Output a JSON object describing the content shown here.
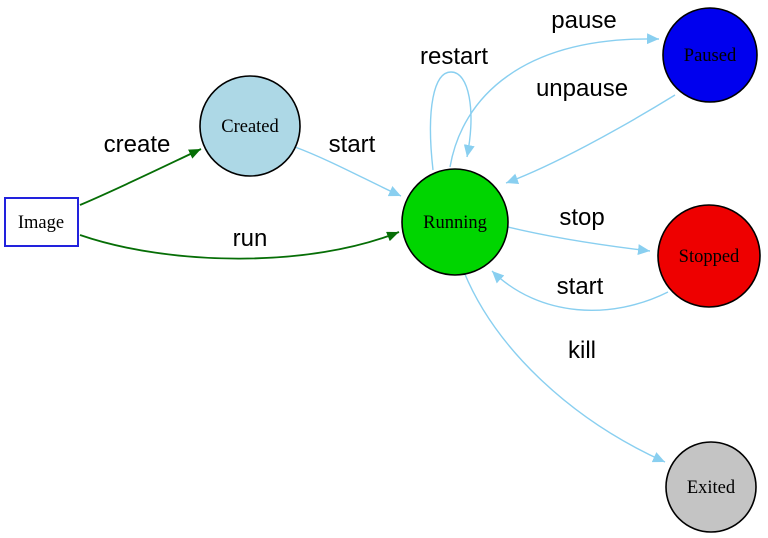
{
  "diagram": {
    "background_color": "#ffffff",
    "nodes": {
      "image": {
        "label": "Image",
        "shape": "rectangle",
        "fill": "#ffffff",
        "stroke": "#2222dd",
        "text_color": "#000000"
      },
      "created": {
        "label": "Created",
        "shape": "circle",
        "fill": "#add8e6",
        "stroke": "#000000",
        "text_color": "#000000"
      },
      "running": {
        "label": "Running",
        "shape": "circle",
        "fill": "#00d500",
        "stroke": "#000000",
        "text_color": "#000000"
      },
      "paused": {
        "label": "Paused",
        "shape": "circle",
        "fill": "#0000ee",
        "stroke": "#000000",
        "text_color": "#000000"
      },
      "stopped": {
        "label": "Stopped",
        "shape": "circle",
        "fill": "#ee0000",
        "stroke": "#000000",
        "text_color": "#000000"
      },
      "exited": {
        "label": "Exited",
        "shape": "circle",
        "fill": "#c4c4c4",
        "stroke": "#000000",
        "text_color": "#000000"
      }
    },
    "edges": {
      "create": {
        "label": "create",
        "from": "image",
        "to": "created",
        "color": "#066e06"
      },
      "run": {
        "label": "run",
        "from": "image",
        "to": "running",
        "color": "#066e06"
      },
      "start_created": {
        "label": "start",
        "from": "created",
        "to": "running",
        "color": "#89cff0"
      },
      "restart": {
        "label": "restart",
        "from": "running",
        "to": "running",
        "color": "#89cff0"
      },
      "pause": {
        "label": "pause",
        "from": "running",
        "to": "paused",
        "color": "#89cff0"
      },
      "unpause": {
        "label": "unpause",
        "from": "paused",
        "to": "running",
        "color": "#89cff0"
      },
      "stop": {
        "label": "stop",
        "from": "running",
        "to": "stopped",
        "color": "#89cff0"
      },
      "start_stopped": {
        "label": "start",
        "from": "stopped",
        "to": "running",
        "color": "#89cff0"
      },
      "kill": {
        "label": "kill",
        "from": "running",
        "to": "exited",
        "color": "#89cff0"
      }
    }
  }
}
